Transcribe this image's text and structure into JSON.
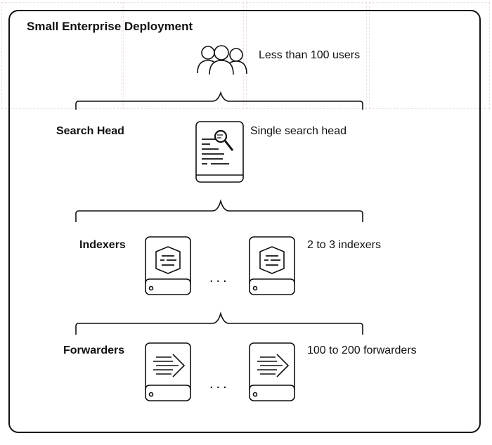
{
  "title": "Small Enterprise Deployment",
  "users": {
    "text": "Less than 100 users"
  },
  "tiers": {
    "search_head": {
      "label": "Search Head",
      "desc": "Single search head"
    },
    "indexers": {
      "label": "Indexers",
      "desc": "2 to 3 indexers"
    },
    "forwarders": {
      "label": "Forwarders",
      "desc": "100 to 200 forwarders"
    }
  },
  "ellipsis": "...",
  "colors": {
    "stroke": "#111111",
    "ghost": "#c43a2a"
  }
}
